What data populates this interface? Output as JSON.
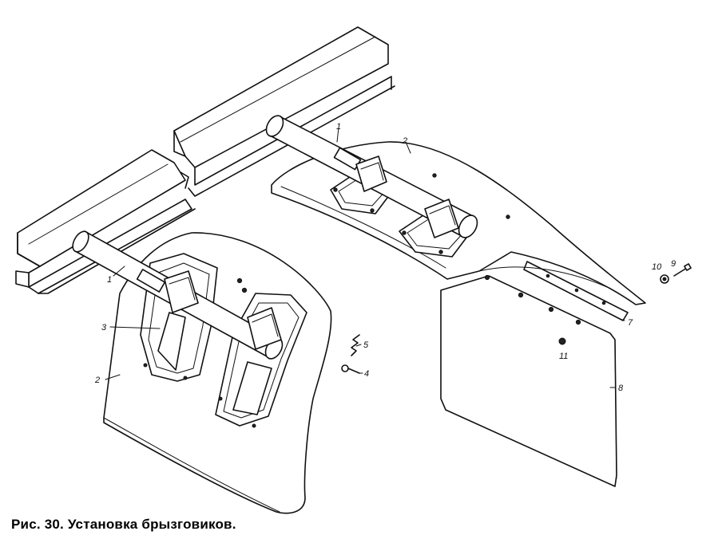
{
  "caption": "Рис. 30. Установка брызговиков.",
  "callouts": {
    "c1a": "1",
    "c2a": "2",
    "c1b": "1",
    "c3": "3",
    "c2b": "2",
    "c5": "5",
    "c4": "4",
    "c10": "10",
    "c9": "9",
    "c7": "7",
    "c11": "11",
    "c8": "8"
  }
}
